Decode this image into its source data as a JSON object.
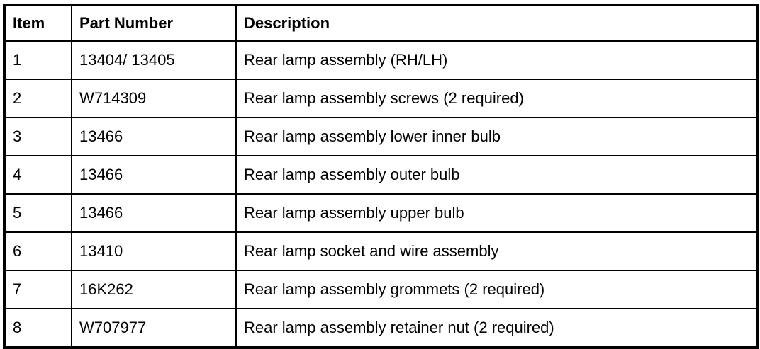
{
  "table": {
    "columns": [
      {
        "label": "Item"
      },
      {
        "label": "Part Number"
      },
      {
        "label": "Description"
      }
    ],
    "rows": [
      {
        "item": "1",
        "part_number": "13404/ 13405",
        "description": "Rear lamp assembly (RH/LH)"
      },
      {
        "item": "2",
        "part_number": "W714309",
        "description": "Rear lamp assembly screws (2 required)"
      },
      {
        "item": "3",
        "part_number": "13466",
        "description": "Rear lamp assembly lower inner bulb"
      },
      {
        "item": "4",
        "part_number": "13466",
        "description": "Rear lamp assembly outer bulb"
      },
      {
        "item": "5",
        "part_number": "13466",
        "description": "Rear lamp assembly upper bulb"
      },
      {
        "item": "6",
        "part_number": "13410",
        "description": "Rear lamp socket and wire assembly"
      },
      {
        "item": "7",
        "part_number": "16K262",
        "description": "Rear lamp assembly grommets (2 required)"
      },
      {
        "item": "8",
        "part_number": "W707977",
        "description": "Rear lamp assembly retainer nut (2 required)"
      }
    ],
    "colors": {
      "border": "#000000",
      "background": "#ffffff",
      "text": "#000000"
    }
  }
}
